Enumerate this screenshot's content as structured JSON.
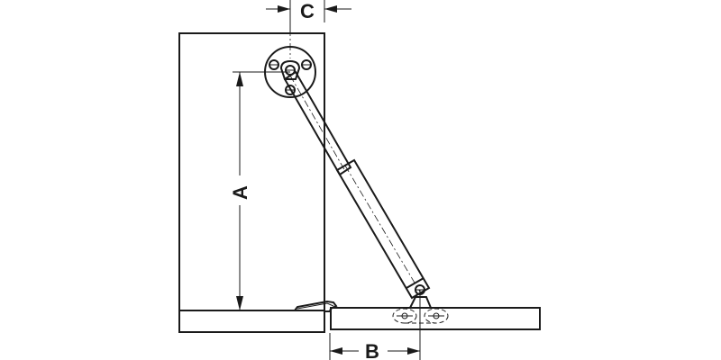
{
  "diagram": {
    "subject": "Gas strut flap stay mounted on cabinet with fold-down flap",
    "dimensions": {
      "a_label": "A",
      "b_label": "B",
      "c_label": "C"
    },
    "components": [
      "cabinet-side-panel",
      "cabinet-base-shelf",
      "flap-door",
      "mounting-plate",
      "gas-strut-piston-rod",
      "gas-strut-cylinder",
      "flap-bracket",
      "hinge"
    ],
    "colors": {
      "line": "#1a1a1a",
      "background": "#ffffff"
    }
  }
}
